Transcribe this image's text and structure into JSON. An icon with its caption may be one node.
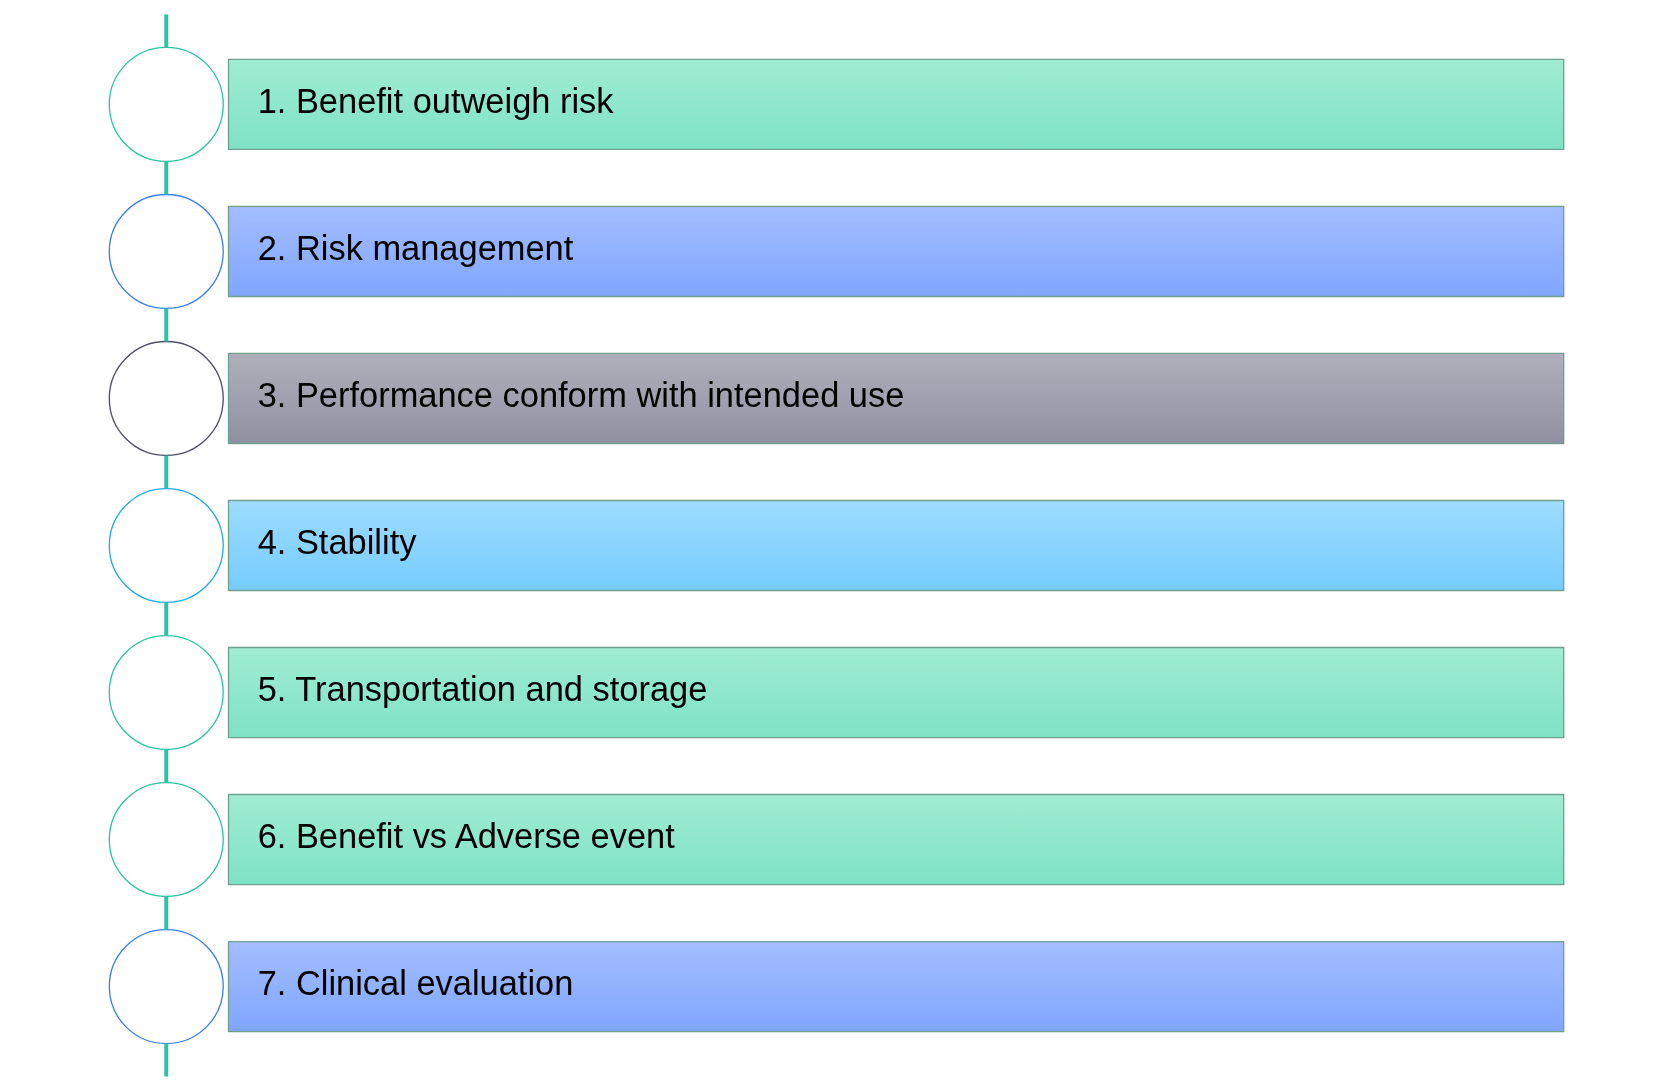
{
  "diagram": {
    "nodes": [
      {
        "text": [],
        "shape": "circle"
      },
      {
        "text": [
          "1. Benefit outweigh risk"
        ]
      },
      {
        "text": [],
        "shape": "circle"
      },
      {
        "text": [
          "2. Risk management"
        ]
      },
      {
        "text": [],
        "shape": "circle"
      },
      {
        "text": [
          "3. Performance conform with intended use"
        ]
      },
      {
        "text": [],
        "shape": "circle"
      },
      {
        "text": [
          "4. Stability"
        ]
      },
      {
        "text": [],
        "shape": "circle"
      },
      {
        "text": [
          "5. Transportation and storage"
        ]
      },
      {
        "text": [],
        "shape": "circle"
      },
      {
        "text": [
          "6. Benefit vs Adverse event"
        ]
      },
      {
        "text": [],
        "shape": "circle"
      },
      {
        "text": [
          "7. Clinical evaluation"
        ]
      }
    ],
    "edges": [
      {
        "from": null,
        "to": 0,
        "arrow": "none"
      },
      {
        "from": 0,
        "to": 2,
        "arrow": "none"
      },
      {
        "from": 2,
        "to": 4,
        "arrow": "none"
      },
      {
        "from": 4,
        "to": 6,
        "arrow": "none"
      },
      {
        "from": 6,
        "to": 8,
        "arrow": "none"
      },
      {
        "from": 8,
        "to": 10,
        "arrow": "none"
      },
      {
        "from": 10,
        "to": 12,
        "arrow": "none"
      },
      {
        "from": 12,
        "to": null,
        "arrow": "none"
      }
    ]
  }
}
